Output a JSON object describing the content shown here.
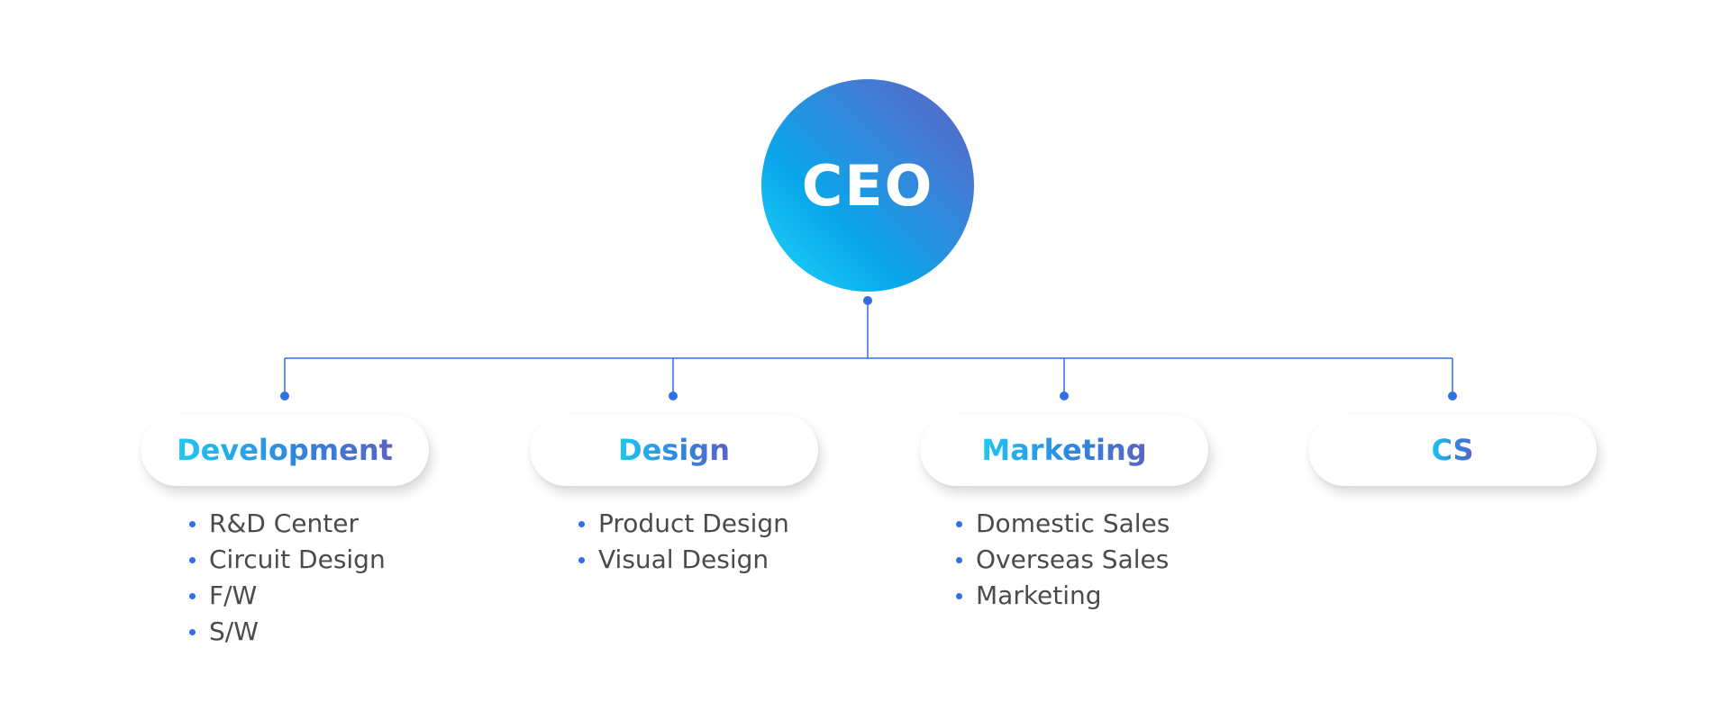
{
  "ceo": {
    "label": "CEO"
  },
  "departments": [
    {
      "name": "Development",
      "items": [
        "R&D Center",
        "Circuit Design",
        "F/W",
        "S/W"
      ]
    },
    {
      "name": "Design",
      "items": [
        "Product Design",
        "Visual Design"
      ]
    },
    {
      "name": "Marketing",
      "items": [
        "Domestic Sales",
        "Overseas Sales",
        "Marketing"
      ]
    },
    {
      "name": "CS",
      "items": []
    }
  ],
  "colors": {
    "connector": "#2f6fe8",
    "bullet": "#2f6fe8",
    "item_text": "#4a4a4f",
    "gradient_start": "#1ec8f2",
    "gradient_end": "#5a63c2"
  }
}
